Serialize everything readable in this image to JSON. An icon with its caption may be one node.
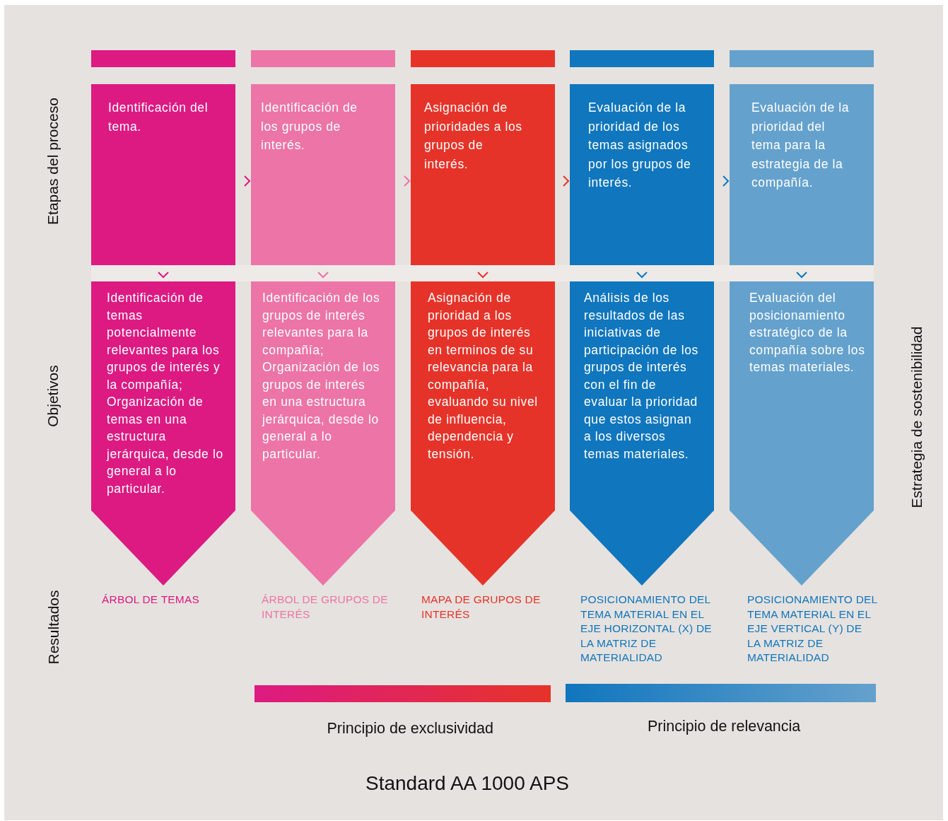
{
  "diagram": {
    "caption": "Standard AA 1000 APS",
    "nodes": [
      {
        "text": [
          "Identificación del tema."
        ]
      },
      {
        "text": [
          "Identificación de los grupos de interés."
        ]
      },
      {
        "text": [
          "Asignación de prioridades a los grupos de interés."
        ]
      },
      {
        "text": [
          "Evaluación de la prioridad de los temas asignados por los grupos de interés."
        ]
      },
      {
        "text": [
          "Evaluación de la prioridad del tema para la estrategia de la compañía."
        ]
      },
      {
        "text": [
          "Identificación de temas potencialmente relevantes para los grupos de interés y la compañía; Organización de temas en una estructura jerárquica, desde lo general a lo particular."
        ],
        "beside": [
          "ÁRBOL DE TEMAS"
        ]
      },
      {
        "text": [
          "Identificación de los grupos de interés relevantes para la compañía; Organización de los grupos de interés en una estructura jerárquica, desde lo general a lo particular."
        ],
        "beside": [
          "ÁRBOL DE GRUPOS DE INTERÉS"
        ]
      },
      {
        "text": [
          "Asignación de prioridad a los grupos de interés en terminos de su relevancia para la compañía, evaluando su nivel de influencia, dependencia y tensión."
        ],
        "beside": [
          "MAPA DE GRUPOS DE INTERÉS"
        ]
      },
      {
        "text": [
          "Análisis de los resultados de las iniciativas de participación de los grupos de interés con el fin de evaluar la prioridad que estos asignan a los diversos temas materiales."
        ],
        "beside": [
          "POSICIONAMIENTO DEL TEMA MATERIAL EN EL EJE HORIZONTAL (X) DE LA MATRIZ DE MATERIALIDAD"
        ]
      },
      {
        "text": [
          "Evaluación del posicionamiento estratégico de la compañía sobre los temas materiales."
        ],
        "beside": [
          "POSICIONAMIENTO DEL TEMA MATERIAL EN EL EJE VERTICAL (Y) DE LA MATRIZ DE MATERIALIDAD"
        ]
      },
      {
        "text": [],
        "shape": "bar"
      },
      {
        "text": [],
        "shape": "bar"
      }
    ],
    "edges": [
      {
        "from": 0,
        "to": 1,
        "arrow": "to",
        "color": "#dc1a82"
      },
      {
        "from": 1,
        "to": 2,
        "arrow": "to",
        "color": "#ec74a6"
      },
      {
        "from": 2,
        "to": 3,
        "arrow": "to",
        "color": "#e63329"
      },
      {
        "from": 3,
        "to": 4,
        "arrow": "to",
        "color": "#1076bd"
      },
      {
        "from": 0,
        "to": 5,
        "arrow": "to",
        "color": "#dc1a82"
      },
      {
        "from": 1,
        "to": 6,
        "arrow": "to",
        "color": "#ec74a6"
      },
      {
        "from": 2,
        "to": 7,
        "arrow": "to",
        "color": "#e63329"
      },
      {
        "from": 3,
        "to": 8,
        "arrow": "to",
        "color": "#1076bd"
      },
      {
        "from": 4,
        "to": 9,
        "arrow": "to",
        "color": "#1076bd"
      }
    ],
    "labels": [
      "Etapas del proceso",
      "Objetivos",
      "Resultados",
      "Estrategia de sostenibilidad",
      "Principio de exclusividad",
      "Principio de relevancia"
    ]
  }
}
